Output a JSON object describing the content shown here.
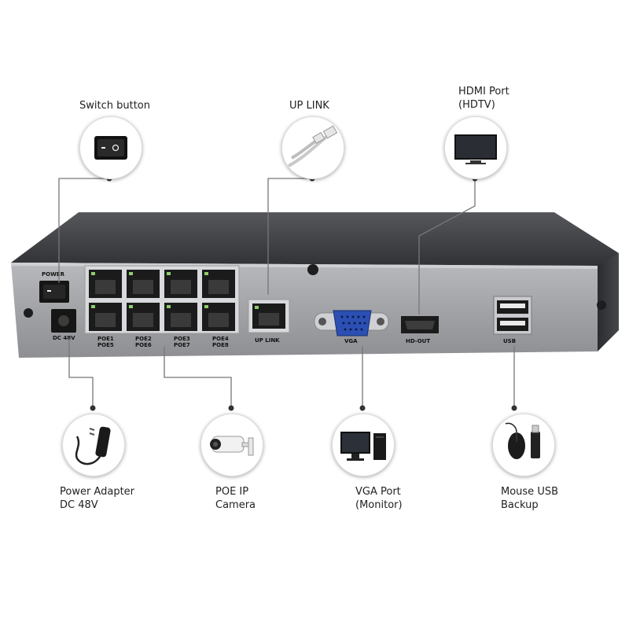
{
  "callouts": {
    "switch": {
      "label_lines": [
        "Switch button"
      ]
    },
    "uplink": {
      "label_lines": [
        "UP LINK"
      ]
    },
    "hdmi": {
      "label_lines": [
        "HDMI Port",
        "(HDTV)"
      ]
    },
    "power": {
      "label_lines": [
        "Power Adapter",
        "DC 48V"
      ]
    },
    "poe": {
      "label_lines": [
        "POE IP",
        "Camera"
      ]
    },
    "vga": {
      "label_lines": [
        "VGA Port",
        "(Monitor)"
      ]
    },
    "usb": {
      "label_lines": [
        "Mouse USB",
        "Backup"
      ]
    }
  },
  "panel": {
    "power": "POWER",
    "dc": "DC 48V",
    "poe_labels": [
      [
        "POE1",
        "POE5"
      ],
      [
        "POE2",
        "POE6"
      ],
      [
        "POE3",
        "POE7"
      ],
      [
        "POE4",
        "POE8"
      ]
    ],
    "uplink": "UP LINK",
    "vga": "VGA",
    "hdout": "HD-OUT",
    "usb": "USB",
    "switch_symbol": "O"
  },
  "colors": {
    "device_top": "#3a3c40",
    "device_front": "#a7a8ac",
    "vga_blue": "#2b4fb3",
    "leader_line": "#777777"
  }
}
